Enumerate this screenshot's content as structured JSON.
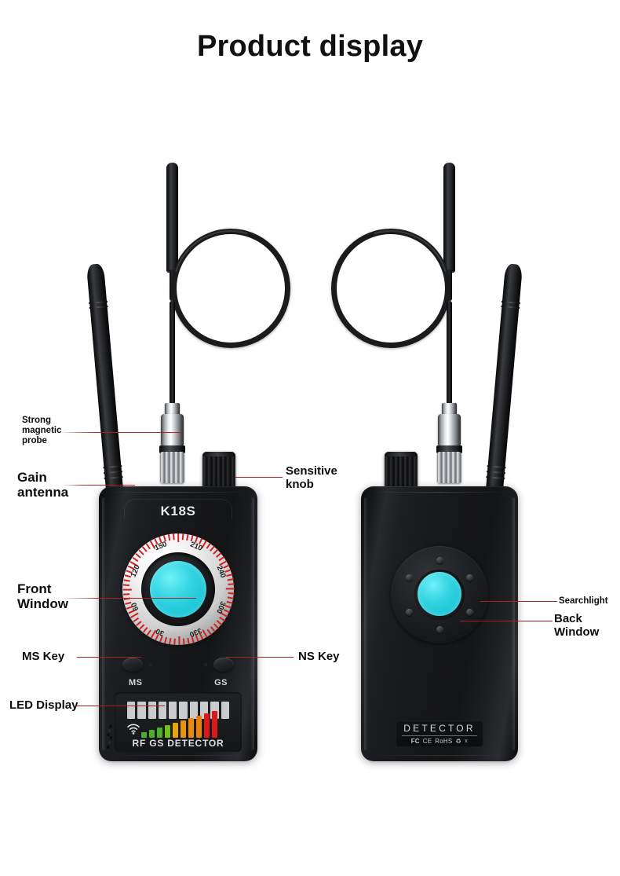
{
  "page": {
    "title": "Product display",
    "background_color": "#ffffff"
  },
  "colors": {
    "lens_cyan": "#35d5e3",
    "leader_red": "#a82020",
    "body_black": "#17181b",
    "chrome_silver": "#e8eaec",
    "led_green": "#4caf2a",
    "led_orange": "#e8930d",
    "led_red": "#d81a1a"
  },
  "callouts": {
    "left": [
      {
        "id": "strong-magnetic-probe",
        "lines": [
          "Strong",
          "magnetic",
          "probe"
        ],
        "size": "sm"
      },
      {
        "id": "gain-antenna",
        "lines": [
          "Gain",
          "antenna"
        ],
        "size": "lg"
      },
      {
        "id": "front-window",
        "lines": [
          "Front",
          "Window"
        ],
        "size": "lg"
      },
      {
        "id": "ms-key",
        "lines": [
          "MS Key"
        ],
        "size": "md"
      },
      {
        "id": "led-display",
        "lines": [
          "LED Display"
        ],
        "size": "md"
      }
    ],
    "middle": [
      {
        "id": "sensitive-knob",
        "lines": [
          "Sensitive",
          "knob"
        ],
        "size": "md"
      },
      {
        "id": "ns-key",
        "lines": [
          "NS Key"
        ],
        "size": "md"
      }
    ],
    "right": [
      {
        "id": "searchlight",
        "lines": [
          "Searchlight"
        ],
        "size": "sm"
      },
      {
        "id": "back-window",
        "lines": [
          "Back",
          "Window"
        ],
        "size": "md"
      }
    ]
  },
  "front_device": {
    "model_name": "K18S",
    "dial": {
      "numbers": [
        "150",
        "210",
        "240",
        "300",
        "330",
        "30",
        "60",
        "120"
      ],
      "tick_count": 72,
      "ring_color": "#e0e0e0",
      "tick_color": "#cf2222"
    },
    "keys": [
      {
        "id": "ms-key-button",
        "label": "MS"
      },
      {
        "id": "gs-key-button",
        "label": "GS"
      }
    ],
    "led_panel": {
      "bar_count": 10,
      "signal_bars": [
        {
          "height": 7,
          "color": "#4caf2a"
        },
        {
          "height": 10,
          "color": "#4caf2a"
        },
        {
          "height": 13,
          "color": "#4caf2a"
        },
        {
          "height": 16,
          "color": "#6fbf1f"
        },
        {
          "height": 19,
          "color": "#e8a50d"
        },
        {
          "height": 22,
          "color": "#e8930d"
        },
        {
          "height": 25,
          "color": "#e88a0d"
        },
        {
          "height": 28,
          "color": "#e8800d"
        },
        {
          "height": 31,
          "color": "#d81a1a"
        },
        {
          "height": 34,
          "color": "#d81a1a"
        }
      ],
      "caption": "RF GS DETECTOR",
      "wifi_icon": "wifi-signal-icon"
    }
  },
  "back_device": {
    "searchlight_count": 6,
    "badge": {
      "title": "DETECTOR",
      "certs": [
        "FC",
        "CE",
        "RoHS",
        "recycle",
        "weee"
      ]
    }
  },
  "parts": {
    "antenna": "gain-antenna-part",
    "probe": "strong-magnetic-probe-part",
    "knob": "sensitive-knob-part"
  }
}
